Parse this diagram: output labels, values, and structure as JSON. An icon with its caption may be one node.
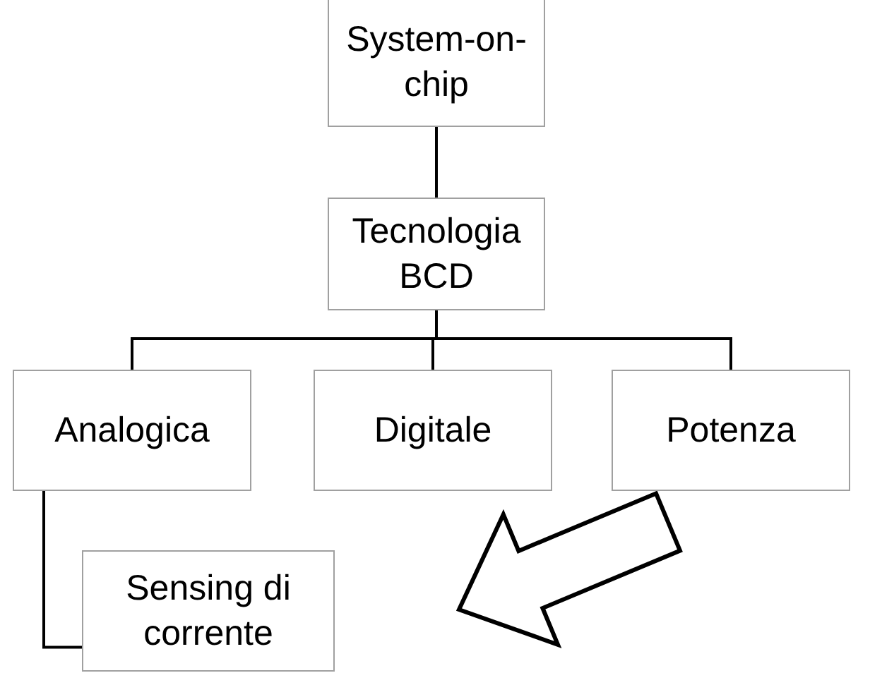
{
  "diagram": {
    "nodes": [
      {
        "text": [
          "System-on-chip"
        ]
      },
      {
        "text": [
          "Tecnologia BCD"
        ]
      },
      {
        "text": [
          "Analogica"
        ]
      },
      {
        "text": [
          "Digitale"
        ]
      },
      {
        "text": [
          "Potenza"
        ]
      },
      {
        "text": [
          "Sensing di corrente"
        ]
      }
    ],
    "edges": [
      {
        "from": 0,
        "to": 1,
        "arrow": "none"
      },
      {
        "from": 1,
        "to": 2,
        "arrow": "none"
      },
      {
        "from": 1,
        "to": 3,
        "arrow": "none"
      },
      {
        "from": 1,
        "to": 4,
        "arrow": "none"
      },
      {
        "from": 2,
        "to": 5,
        "arrow": "none"
      },
      {
        "from": 4,
        "to": null,
        "arrow": "to",
        "style": "thick"
      }
    ]
  }
}
